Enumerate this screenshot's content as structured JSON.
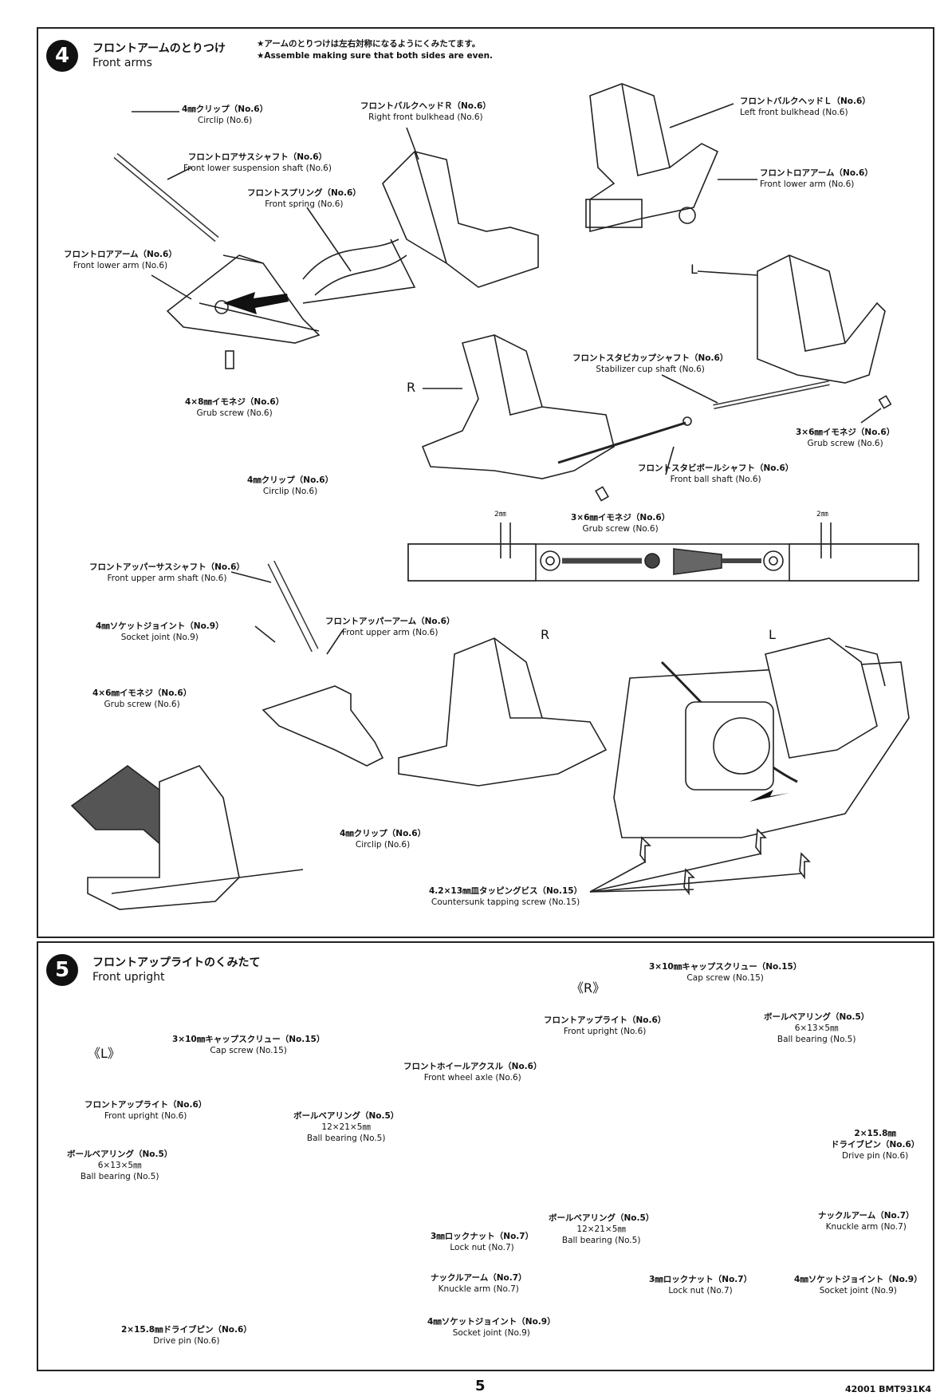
{
  "step4": {
    "number": "4",
    "title_jp": "フロントアームのとりつけ",
    "title_en": "Front arms",
    "note_jp": "★アームのとりつけは左右対称になるようにくみたてます。",
    "note_en": "★Assemble making sure that both sides are even.",
    "labels": {
      "circlip_a_jp": "4㎜クリップ（No.6）",
      "circlip_a_en": "Circlip (No.6)",
      "lower_shaft_jp": "フロントロアサスシャフト（No.6）",
      "lower_shaft_en": "Front lower suspension shaft (No.6)",
      "spring_jp": "フロントスプリング（No.6）",
      "spring_en": "Front spring (No.6)",
      "r_bulkhead_jp": "フロントバルクヘッドＲ（No.6）",
      "r_bulkhead_en": "Right front bulkhead (No.6)",
      "l_bulkhead_jp": "フロントバルクヘッドＬ（No.6）",
      "l_bulkhead_en": "Left front bulkhead (No.6)",
      "lower_arm_a_jp": "フロントロアアーム（No.6）",
      "lower_arm_a_en": "Front lower arm (No.6)",
      "lower_arm_b_jp": "フロントロアアーム（No.6）",
      "lower_arm_b_en": "Front lower arm (No.6)",
      "grub_4x8_jp": "4×8㎜イモネジ（No.6）",
      "grub_4x8_en": "Grub screw (No.6)",
      "stab_cup_jp": "フロントスタビカップシャフト（No.6）",
      "stab_cup_en": "Stabilizer cup shaft (No.6)",
      "grub_3x6_a_jp": "3×6㎜イモネジ（No.6）",
      "grub_3x6_a_en": "Grub screw (No.6)",
      "ball_shaft_jp": "フロントスタビボールシャフト（No.6）",
      "ball_shaft_en": "Front ball shaft (No.6)",
      "grub_3x6_b_jp": "3×6㎜イモネジ（No.6）",
      "grub_3x6_b_en": "Grub screw (No.6)",
      "circlip_b_jp": "4㎜クリップ（No.6）",
      "circlip_b_en": "Circlip (No.6)",
      "upper_shaft_jp": "フロントアッパーサスシャフト（No.6）",
      "upper_shaft_en": "Front upper arm shaft (No.6)",
      "socket_jp": "4㎜ソケットジョイント（No.9）",
      "socket_en": "Socket joint (No.9)",
      "upper_arm_jp": "フロントアッパーアーム（No.6）",
      "upper_arm_en": "Front upper arm (No.6)",
      "grub_4x6_jp": "4×6㎜イモネジ（No.6）",
      "grub_4x6_en": "Grub screw (No.6)",
      "circlip_c_jp": "4㎜クリップ（No.6）",
      "circlip_c_en": "Circlip (No.6)",
      "tapping_jp": "4.2×13㎜皿タッピングビス（No.15）",
      "tapping_en": "Countersunk tapping screw (No.15)"
    },
    "side_marks": {
      "l1": "L",
      "r1": "R",
      "r2": "R",
      "l2": "L"
    },
    "dims": {
      "left": "2㎜",
      "right": "2㎜"
    }
  },
  "step5": {
    "number": "5",
    "title_jp": "フロントアップライトのくみたて",
    "title_en": "Front upright",
    "side_l": "《L》",
    "side_r": "《R》",
    "labels": {
      "cap_l_jp": "3×10㎜キャップスクリュー（No.15）",
      "cap_l_en": "Cap screw (No.15)",
      "upright_l_jp": "フロントアップライト（No.6）",
      "upright_l_en": "Front upright (No.6)",
      "bb_small_l_jp": "ボールベアリング（No.5）",
      "bb_small_l_size": "6×13×5㎜",
      "bb_small_l_en": "Ball bearing (No.5)",
      "bb_big_l_jp": "ボールベアリング（No.5）",
      "bb_big_l_size": "12×21×5㎜",
      "bb_big_l_en": "Ball bearing (No.5)",
      "axle_jp": "フロントホイールアクスル（No.6）",
      "axle_en": "Front wheel axle (No.6)",
      "locknut_l_jp": "3㎜ロックナット（No.7）",
      "locknut_l_en": "Lock nut (No.7)",
      "knuckle_l_jp": "ナックルアーム（No.7）",
      "knuckle_l_en": "Knuckle arm (No.7)",
      "socket_l_jp": "4㎜ソケットジョイント（No.9）",
      "socket_l_en": "Socket joint (No.9)",
      "pin_l_jp": "2×15.8㎜ドライブピン（No.6）",
      "pin_l_en": "Drive pin (No.6)",
      "cap_r_jp": "3×10㎜キャップスクリュー（No.15）",
      "cap_r_en": "Cap screw (No.15)",
      "upright_r_jp": "フロントアップライト（No.6）",
      "upright_r_en": "Front upright (No.6)",
      "bb_small_r_jp": "ボールベアリング（No.5）",
      "bb_small_r_size": "6×13×5㎜",
      "bb_small_r_en": "Ball bearing (No.5)",
      "pin_r_jp": "2×15.8㎜",
      "pin_r_jp2": "ドライブピン（No.6）",
      "pin_r_en": "Drive pin (No.6)",
      "knuckle_r_jp": "ナックルアーム（No.7）",
      "knuckle_r_en": "Knuckle arm (No.7)",
      "bb_big_r_jp": "ボールベアリング（No.5）",
      "bb_big_r_size": "12×21×5㎜",
      "bb_big_r_en": "Ball bearing (No.5)",
      "locknut_r_jp": "3㎜ロックナット（No.7）",
      "locknut_r_en": "Lock nut (No.7)",
      "socket_r_jp": "4㎜ソケットジョイント（No.9）",
      "socket_r_en": "Socket joint (No.9)"
    }
  },
  "footer": {
    "page": "5",
    "code": "42001 BMT931K4"
  }
}
